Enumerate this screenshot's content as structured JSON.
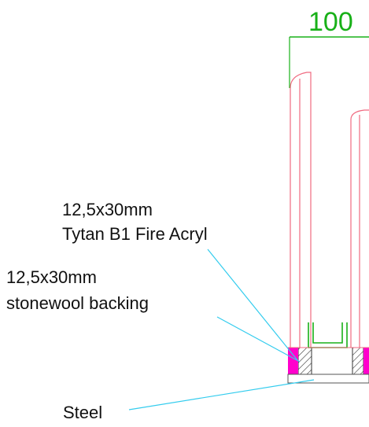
{
  "dimension": {
    "value": "100"
  },
  "annotations": {
    "sealant": {
      "line1": "12,5x30mm",
      "line2": "Tytan B1 Fire Acryl"
    },
    "backing": {
      "line1": "12,5x30mm",
      "line2": "stonewool backing"
    },
    "base": {
      "line1": "Steel"
    }
  },
  "colors": {
    "outline": "#f06a80",
    "dimension": "#18b018",
    "leader": "#33ccee",
    "sealant": "#ff00cc",
    "dark": "#333333"
  }
}
